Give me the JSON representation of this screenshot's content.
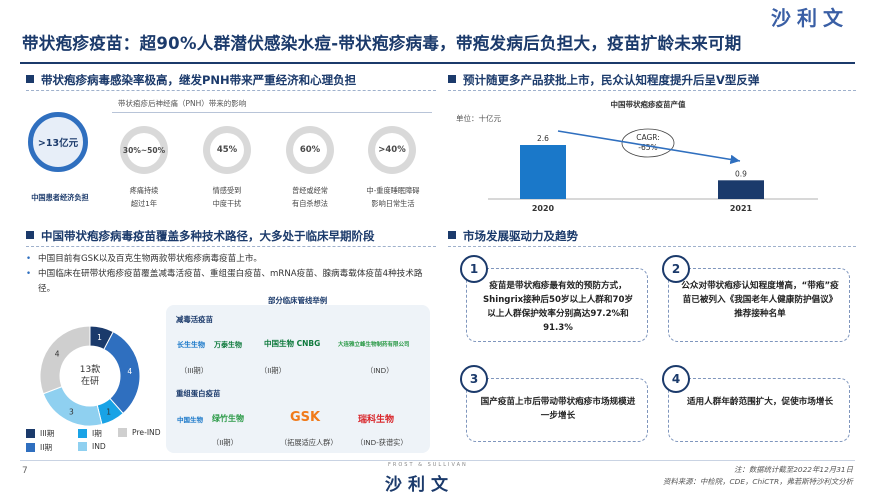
{
  "title": "带状疱疹疫苗：超90%人群潜伏感染水痘-带状疱疹病毒，带疱发病后负担大，疫苗扩龄未来可期",
  "logo_top": "沙利文",
  "left_top": {
    "heading": "带状疱疹病毒感染率极高，继发PNH带来严重经济和心理负担",
    "sub_heading": "带状疱疹后神经痛（PNH）带来的影响",
    "economic": {
      "value": ">13亿元",
      "caption": "中国患者经济负担"
    },
    "impacts": [
      {
        "value": "30%~50%",
        "caption_l1": "疼痛持续",
        "caption_l2": "超过1年"
      },
      {
        "value": "45%",
        "caption_l1": "情感受到",
        "caption_l2": "中度干扰"
      },
      {
        "value": "60%",
        "caption_l1": "曾经或经常",
        "caption_l2": "有自杀想法"
      },
      {
        "value": ">40%",
        "caption_l1": "中-重度睡眠障碍",
        "caption_l2": "影响日常生活"
      }
    ]
  },
  "right_top": {
    "heading": "预计随更多产品获批上市，民众认知程度提升后呈V型反弹",
    "chart_title": "中国带状疱疹疫苗产值",
    "unit": "单位：十亿元",
    "cagr_label": "CAGR:",
    "cagr_value": "-65%"
  },
  "chart_data": {
    "type": "bar",
    "title": "中国带状疱疹疫苗产值",
    "ylabel": "单位：十亿元",
    "categories": [
      "2020",
      "2021"
    ],
    "values": [
      2.6,
      0.9
    ],
    "annotation": "CAGR: -65%",
    "bar_color": "#1a78c9",
    "bar_color_2": "#1b3a6b"
  },
  "left_bottom": {
    "heading": "中国带状疱疹病毒疫苗覆盖多种技术路径，大多处于临床早期阶段",
    "bullets": [
      "中国目前有GSK以及百克生物两款带状疱疹病毒疫苗上市。",
      "中国临床在研带状疱疹疫苗覆盖减毒活疫苗、重组蛋白疫苗、mRNA疫苗、腺病毒载体疫苗4种技术路径。"
    ],
    "cases_title": "部分临床管线举例",
    "live_label": "减毒活疫苗",
    "recomb_label": "重组蛋白疫苗",
    "live_vendors": [
      {
        "name": "长生生物",
        "stage": "（III期）"
      },
      {
        "name": "万泰生物",
        "stage": ""
      },
      {
        "name": "中国生物 CNBG",
        "stage": "（II期）"
      },
      {
        "name": "大连雅立峰生物制药有限公司",
        "stage": "（IND）"
      }
    ],
    "recomb_vendors": [
      {
        "name": "中国生物",
        "stage": ""
      },
      {
        "name": "绿竹生物",
        "stage": "（II期）"
      },
      {
        "name": "GSK",
        "stage": "（拓展适应人群）"
      },
      {
        "name": "瑞科生物",
        "stage": "（IND-获谱实）"
      }
    ],
    "donut_center_l1": "13款",
    "donut_center_l2": "在研",
    "donut_segments": [
      {
        "label": "III期",
        "value": 1,
        "color": "#1b3a6b"
      },
      {
        "label": "II期",
        "value": 4,
        "color": "#2f6fbf"
      },
      {
        "label": "I期",
        "value": 1,
        "color": "#19a3e6"
      },
      {
        "label": "IND",
        "value": 3,
        "color": "#8fd0f0"
      },
      {
        "label": "Pre-IND",
        "value": 4,
        "color": "#cfcfcf"
      }
    ],
    "legend": [
      "III期",
      "I期",
      "Pre-IND",
      "II期",
      "IND"
    ]
  },
  "right_bottom": {
    "heading": "市场发展驱动力及趋势",
    "drivers": [
      {
        "num": "1",
        "text": "疫苗是带状疱疹最有效的预防方式，Shingrix接种后50岁以上人群和70岁以上人群保护效率分别高达97.2%和91.3%"
      },
      {
        "num": "2",
        "text": "公众对带状疱疹认知程度增高，“带疱”疫苗已被列入《我国老年人健康防护倡议》推荐接种名单"
      },
      {
        "num": "3",
        "text": "国产疫苗上市后带动带状疱疹市场规模进一步增长"
      },
      {
        "num": "4",
        "text": "适用人群年龄范围扩大，促使市场增长"
      }
    ]
  },
  "footer": {
    "page": "7",
    "brand": "沙利文",
    "brand_sub": "FROST & SULLIVAN",
    "note": "注：数据统计截至2022年12月31日",
    "source": "资料来源：中检院，CDE，ChiCTR，弗若斯特沙利文分析"
  }
}
